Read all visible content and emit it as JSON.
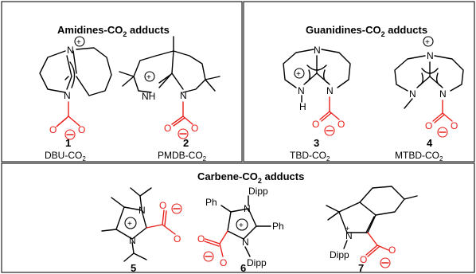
{
  "panels": {
    "amidines": {
      "title_main": "Amidines-CO",
      "title_sub": "2",
      "title_tail": " adducts"
    },
    "guanidines": {
      "title_main": "Guanidines-CO",
      "title_sub": "2",
      "title_tail": " adducts"
    },
    "carbenes": {
      "title_main": "Carbene-CO",
      "title_sub": "2",
      "title_tail": " adducts"
    }
  },
  "compounds": [
    {
      "number": "1",
      "name_main": "DBU-CO",
      "name_sub": "2"
    },
    {
      "number": "2",
      "name_main": "PMDB-CO",
      "name_sub": "2"
    },
    {
      "number": "3",
      "name_main": "TBD-CO",
      "name_sub": "2"
    },
    {
      "number": "4",
      "name_main": "MTBD-CO",
      "name_sub": "2"
    },
    {
      "number": "5"
    },
    {
      "number": "6"
    },
    {
      "number": "7"
    }
  ],
  "atoms": {
    "N": "N",
    "H": "H",
    "NH": "NH",
    "O": "O",
    "Ph": "Ph",
    "Dipp": "Dipp",
    "plus": "+"
  },
  "colors": {
    "co2": "#e8211b",
    "bond": "#000000",
    "frame": "#222222"
  }
}
